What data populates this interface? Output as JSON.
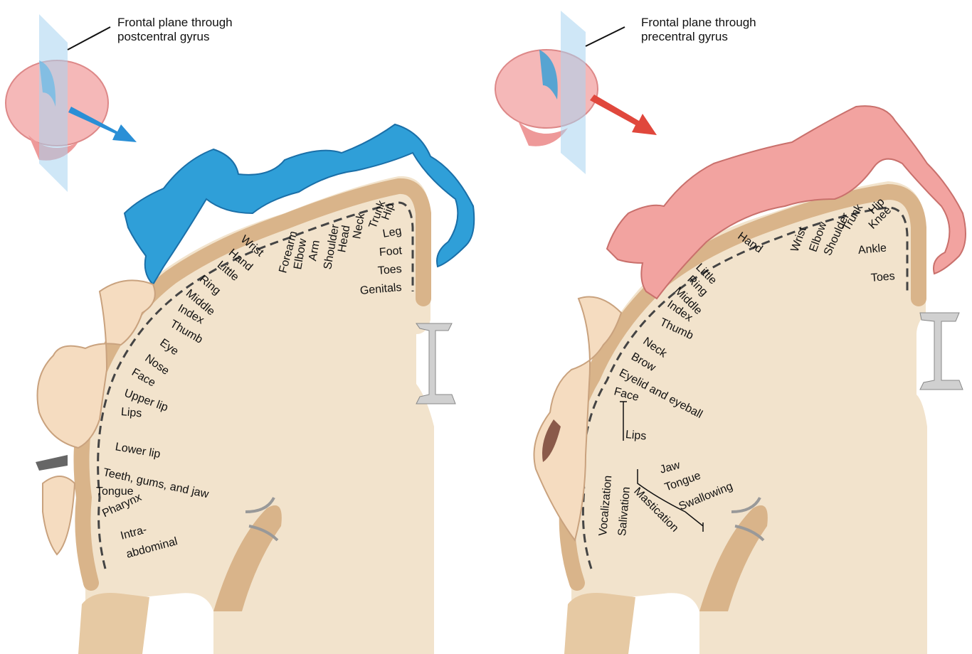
{
  "sensory": {
    "caption_line1": "Frontal plane through",
    "caption_line2": "postcentral gyrus",
    "labels": [
      "Genitals",
      "Toes",
      "Foot",
      "Leg",
      "Hip",
      "Trunk",
      "Neck",
      "Head",
      "Shoulder",
      "Arm",
      "Elbow",
      "Forearm",
      "Wrist",
      "Hand",
      "Little",
      "Ring",
      "Middle",
      "Index",
      "Thumb",
      "Eye",
      "Nose",
      "Face",
      "Upper lip",
      "Lips",
      "Lower lip",
      "Teeth, gums, and jaw",
      "Tongue",
      "Pharynx",
      "Intra-",
      "abdominal"
    ]
  },
  "motor": {
    "caption_line1": "Frontal plane through",
    "caption_line2": "precentral gyrus",
    "labels": [
      "Toes",
      "Ankle",
      "Knee",
      "Hip",
      "Trunk",
      "Shoulder",
      "Elbow",
      "Wrist",
      "Hand",
      "Little",
      "Ring",
      "Middle",
      "Index",
      "Thumb",
      "Neck",
      "Brow",
      "Eyelid and eyeball",
      "Face",
      "Lips",
      "Jaw",
      "Tongue",
      "Swallowing",
      "Vocalization",
      "Salivation",
      "Mastication"
    ]
  },
  "colors": {
    "sensory_arrow": "#2a8fd6",
    "motor_arrow": "#e0473c",
    "cortex": "#d9b48a",
    "brain": "#f2e3cc",
    "homunculus_sensory": "#2f9fd8",
    "homunculus_motor": "#f2a3a0"
  }
}
